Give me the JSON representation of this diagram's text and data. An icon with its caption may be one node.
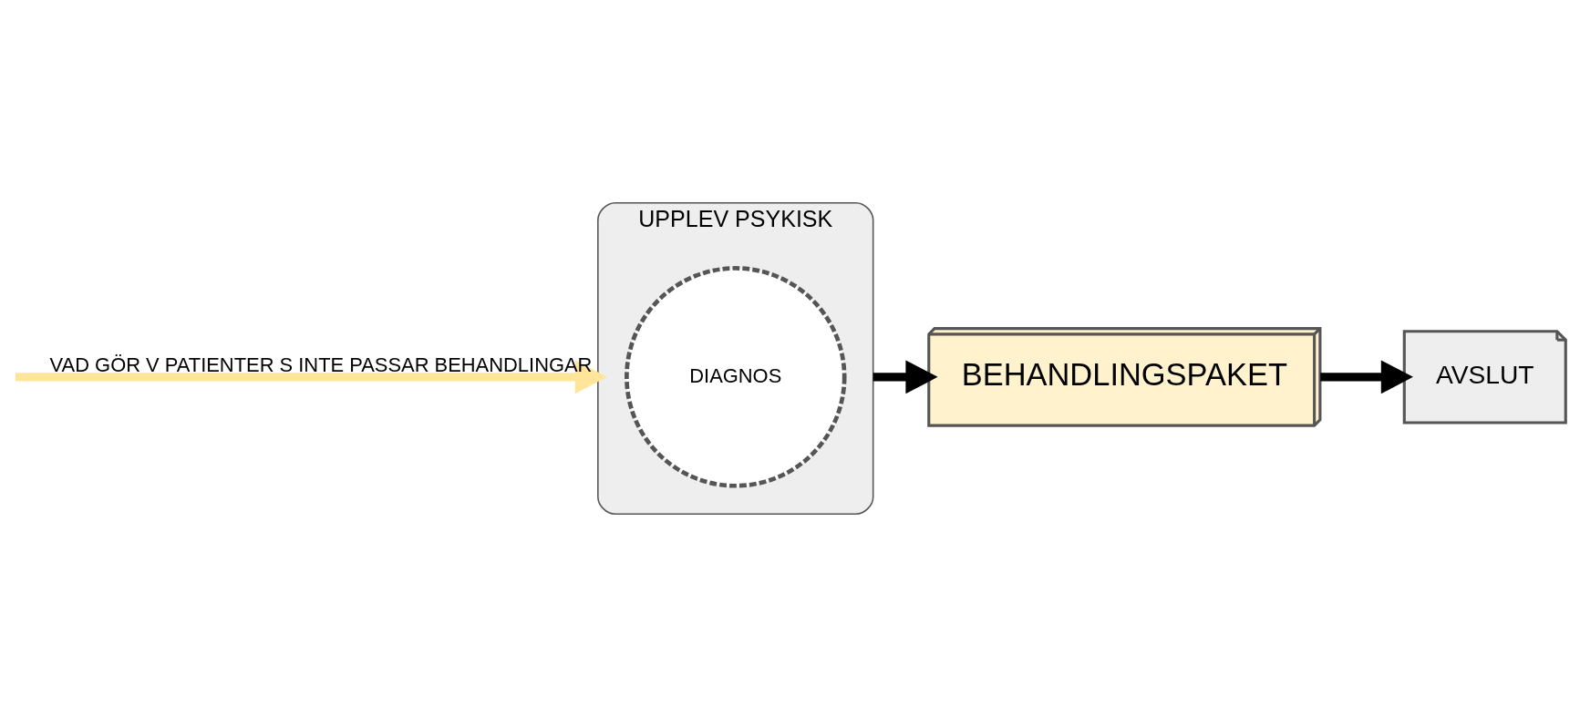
{
  "diagram": {
    "nodes": [
      {
        "text": [
          "UPPLEV PSYKISK"
        ]
      },
      {
        "text": [
          "DIAGNOS"
        ],
        "in": 0
      },
      {
        "text": [
          "BEHANDLINGSPAKET"
        ]
      },
      {
        "text": [
          "AVSLUT"
        ]
      }
    ],
    "edges": [
      {
        "from": null,
        "to": 0,
        "arrow": "to",
        "label": "VAD GÖR V PATIENTER S INTE PASSAR BEHANDLINGAR",
        "color": "#ffe599"
      },
      {
        "from": 0,
        "to": 2,
        "arrow": "to"
      },
      {
        "from": 2,
        "to": 3,
        "arrow": "to"
      }
    ]
  }
}
